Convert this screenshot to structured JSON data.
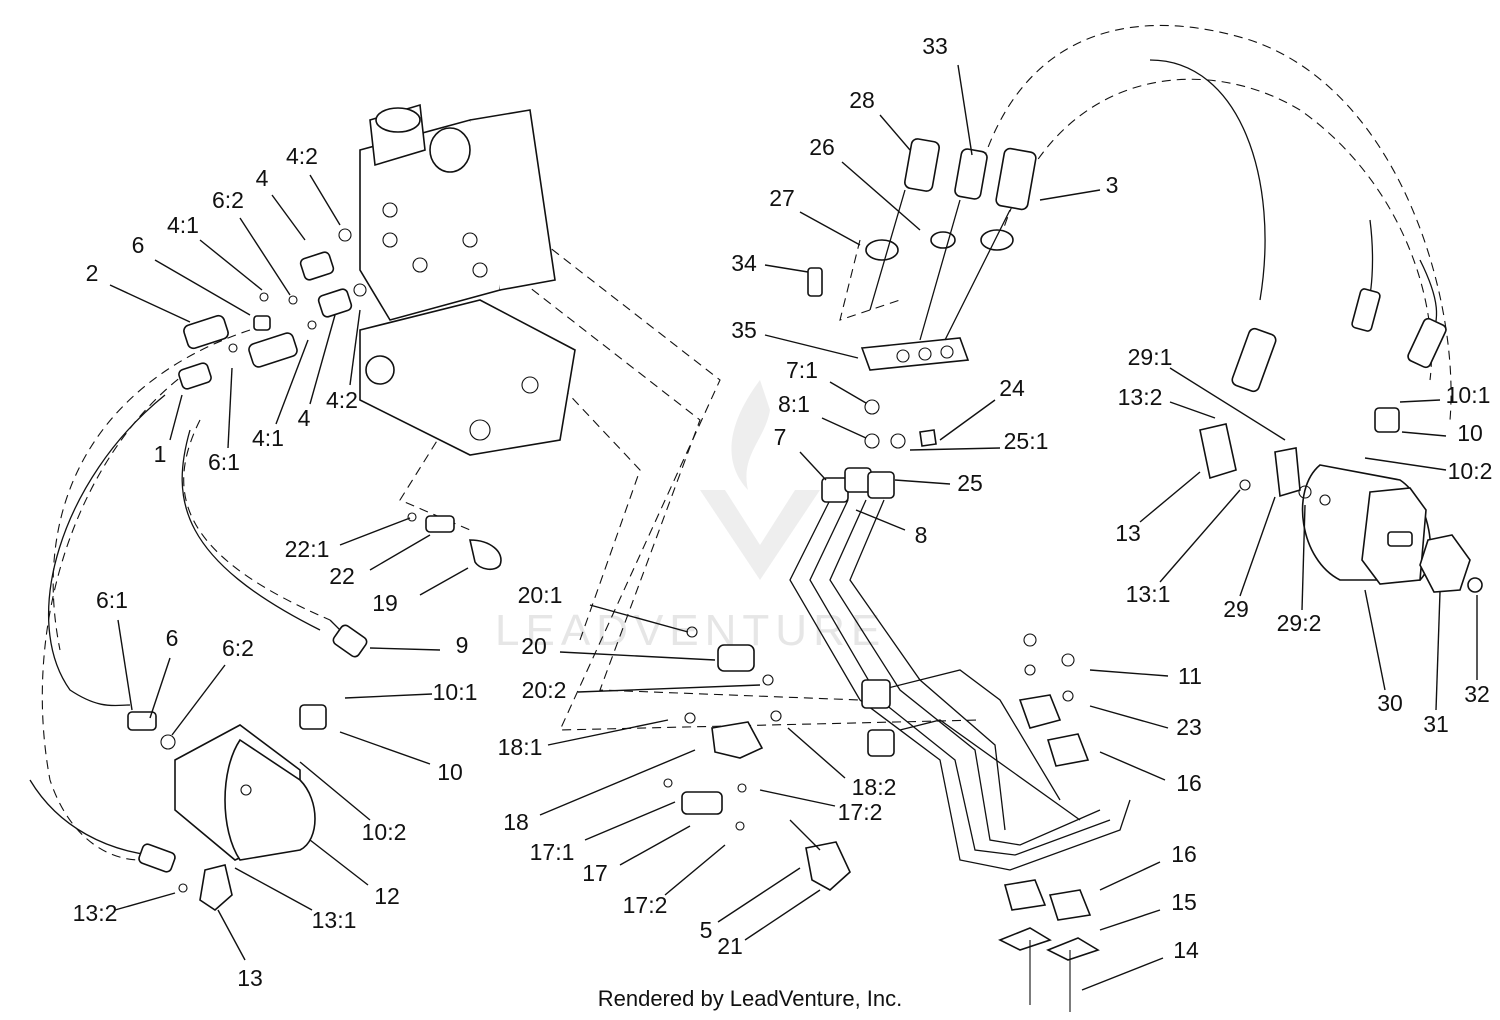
{
  "callouts": [
    {
      "text": "33"
    },
    {
      "text": "28"
    },
    {
      "text": "26"
    },
    {
      "text": "3"
    },
    {
      "text": "27"
    },
    {
      "text": "34"
    },
    {
      "text": "35"
    },
    {
      "text": "7:1"
    },
    {
      "text": "24"
    },
    {
      "text": "8:1"
    },
    {
      "text": "25:1"
    },
    {
      "text": "7"
    },
    {
      "text": "25"
    },
    {
      "text": "8"
    },
    {
      "text": "4:2"
    },
    {
      "text": "4"
    },
    {
      "text": "6:2"
    },
    {
      "text": "4:1"
    },
    {
      "text": "6"
    },
    {
      "text": "2"
    },
    {
      "text": "1"
    },
    {
      "text": "6:1"
    },
    {
      "text": "4:1"
    },
    {
      "text": "4"
    },
    {
      "text": "4:2"
    },
    {
      "text": "22:1"
    },
    {
      "text": "22"
    },
    {
      "text": "19"
    },
    {
      "text": "6:1"
    },
    {
      "text": "6"
    },
    {
      "text": "6:2"
    },
    {
      "text": "9"
    },
    {
      "text": "10:1"
    },
    {
      "text": "10"
    },
    {
      "text": "10:2"
    },
    {
      "text": "12"
    },
    {
      "text": "13:1"
    },
    {
      "text": "13:2"
    },
    {
      "text": "13"
    },
    {
      "text": "20:1"
    },
    {
      "text": "20"
    },
    {
      "text": "20:2"
    },
    {
      "text": "18:1"
    },
    {
      "text": "18"
    },
    {
      "text": "18:2"
    },
    {
      "text": "17:1"
    },
    {
      "text": "17"
    },
    {
      "text": "17:2"
    },
    {
      "text": "17:2"
    },
    {
      "text": "5"
    },
    {
      "text": "21"
    },
    {
      "text": "11"
    },
    {
      "text": "23"
    },
    {
      "text": "16"
    },
    {
      "text": "16"
    },
    {
      "text": "15"
    },
    {
      "text": "14"
    },
    {
      "text": "29:1"
    },
    {
      "text": "13:2"
    },
    {
      "text": "10:1"
    },
    {
      "text": "10"
    },
    {
      "text": "10:2"
    },
    {
      "text": "13"
    },
    {
      "text": "13:1"
    },
    {
      "text": "29"
    },
    {
      "text": "29:2"
    },
    {
      "text": "30"
    },
    {
      "text": "31"
    },
    {
      "text": "32"
    }
  ],
  "credit": "Rendered by LeadVenture, Inc.",
  "watermark": "LEADVENTURE"
}
